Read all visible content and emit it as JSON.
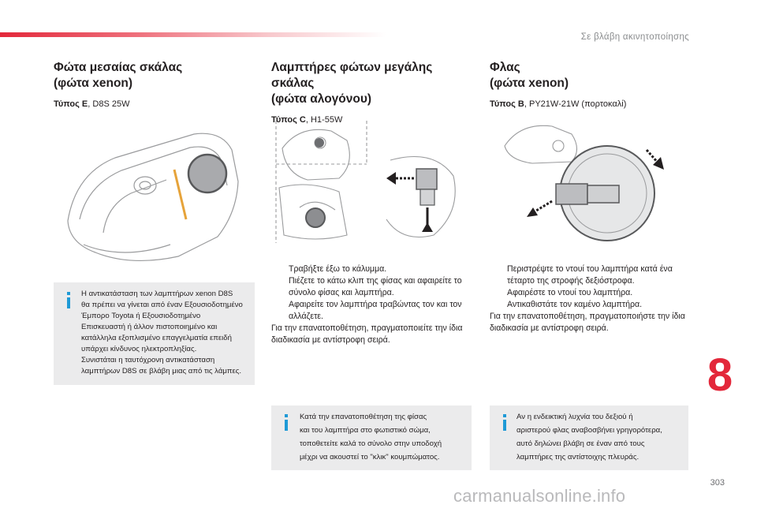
{
  "header": {
    "section_title": "Σε βλάβη ακινητοποίησης"
  },
  "columns": [
    {
      "title_line1": "Φώτα μεσαίας σκάλας",
      "title_line2": "(φώτα xenon)",
      "type_label": "Τύπος E",
      "type_value": ", D8S 25W"
    },
    {
      "title_line1": "Λαμπτήρες φώτων μεγάλης σκάλας",
      "title_line2": "(φώτα αλογόνου)",
      "type_label": "Τύπος C",
      "type_value": ", H1-55W",
      "steps": [
        "Τραβήξτε έξω το κάλυμμα.",
        "Πιέζετε το κάτω κλιπ της φίσας και αφαιρείτε το σύνολο φίσας και λαμπτήρα.",
        "Αφαιρείτε τον λαμπτήρα τραβώντας τον και τον αλλάζετε."
      ],
      "step_tail": "Για την επανατοποθέτηση, πραγματοποιείτε την ίδια διαδικασία με αντίστροφη σειρά."
    },
    {
      "title_line1": "Φλας",
      "title_line2": "(φώτα xenon)",
      "type_label": "Τύπος B",
      "type_value": ", PY21W-21W (πορτοκαλί)",
      "steps": [
        "Περιστρέψτε το ντουί του λαμπτήρα κατά ένα τέταρτο της στροφής δεξιόστροφα.",
        "Αφαιρέστε το ντουί του λαμπτήρα.",
        "Αντικαθιστάτε τον καμένο λαμπτήρα."
      ],
      "step_tail": "Για την επανατοποθέτηση, πραγματοποιήστε την ίδια διαδικασία με αντίστροφη σειρά."
    }
  ],
  "notes": {
    "xenon_lines": [
      "Η αντικατάσταση των λαμπτήρων xenon D8S",
      "θα πρέπει να γίνεται από έναν Εξουσιοδοτημένο",
      "Έμπορο Toyota ή Εξουσιοδοτημένο",
      "Επισκευαστή ή άλλον πιστοποιημένο και",
      "κατάλληλα εξοπλισμένο επαγγελματία επειδή",
      "υπάρχει κίνδυνος ηλεκτροπληξίας.",
      "Συνιστάται η ταυτόχρονη αντικατάσταση",
      "λαμπτήρων D8S σε βλάβη μιας από τις λάμπες."
    ],
    "halogen_lines": [
      "Κατά την επανατοποθέτηση της φίσας",
      "και του λαμπτήρα στο φωτιστικό σώμα,",
      "τοποθετείτε καλά το σύνολο στην υποδοχή",
      "μέχρι να ακουστεί το \"κλικ\" κουμπώματος."
    ],
    "indicator_lines": [
      "Αν η ενδεικτική λυχνία του δεξιού ή",
      "αριστερού φλας αναβοσβήνει γρηγορότερα,",
      "αυτό δηλώνει βλάβη σε έναν από τους",
      "λαμπτήρες της αντίστοιχης πλευράς."
    ]
  },
  "step_bullet": "",
  "chapter_number": "8",
  "page_number": "303",
  "watermark": "carmanualsonline.info",
  "colors": {
    "accent_red": "#e3273a",
    "info_blue": "#1f9ad6",
    "info_bg": "#ebebec"
  }
}
